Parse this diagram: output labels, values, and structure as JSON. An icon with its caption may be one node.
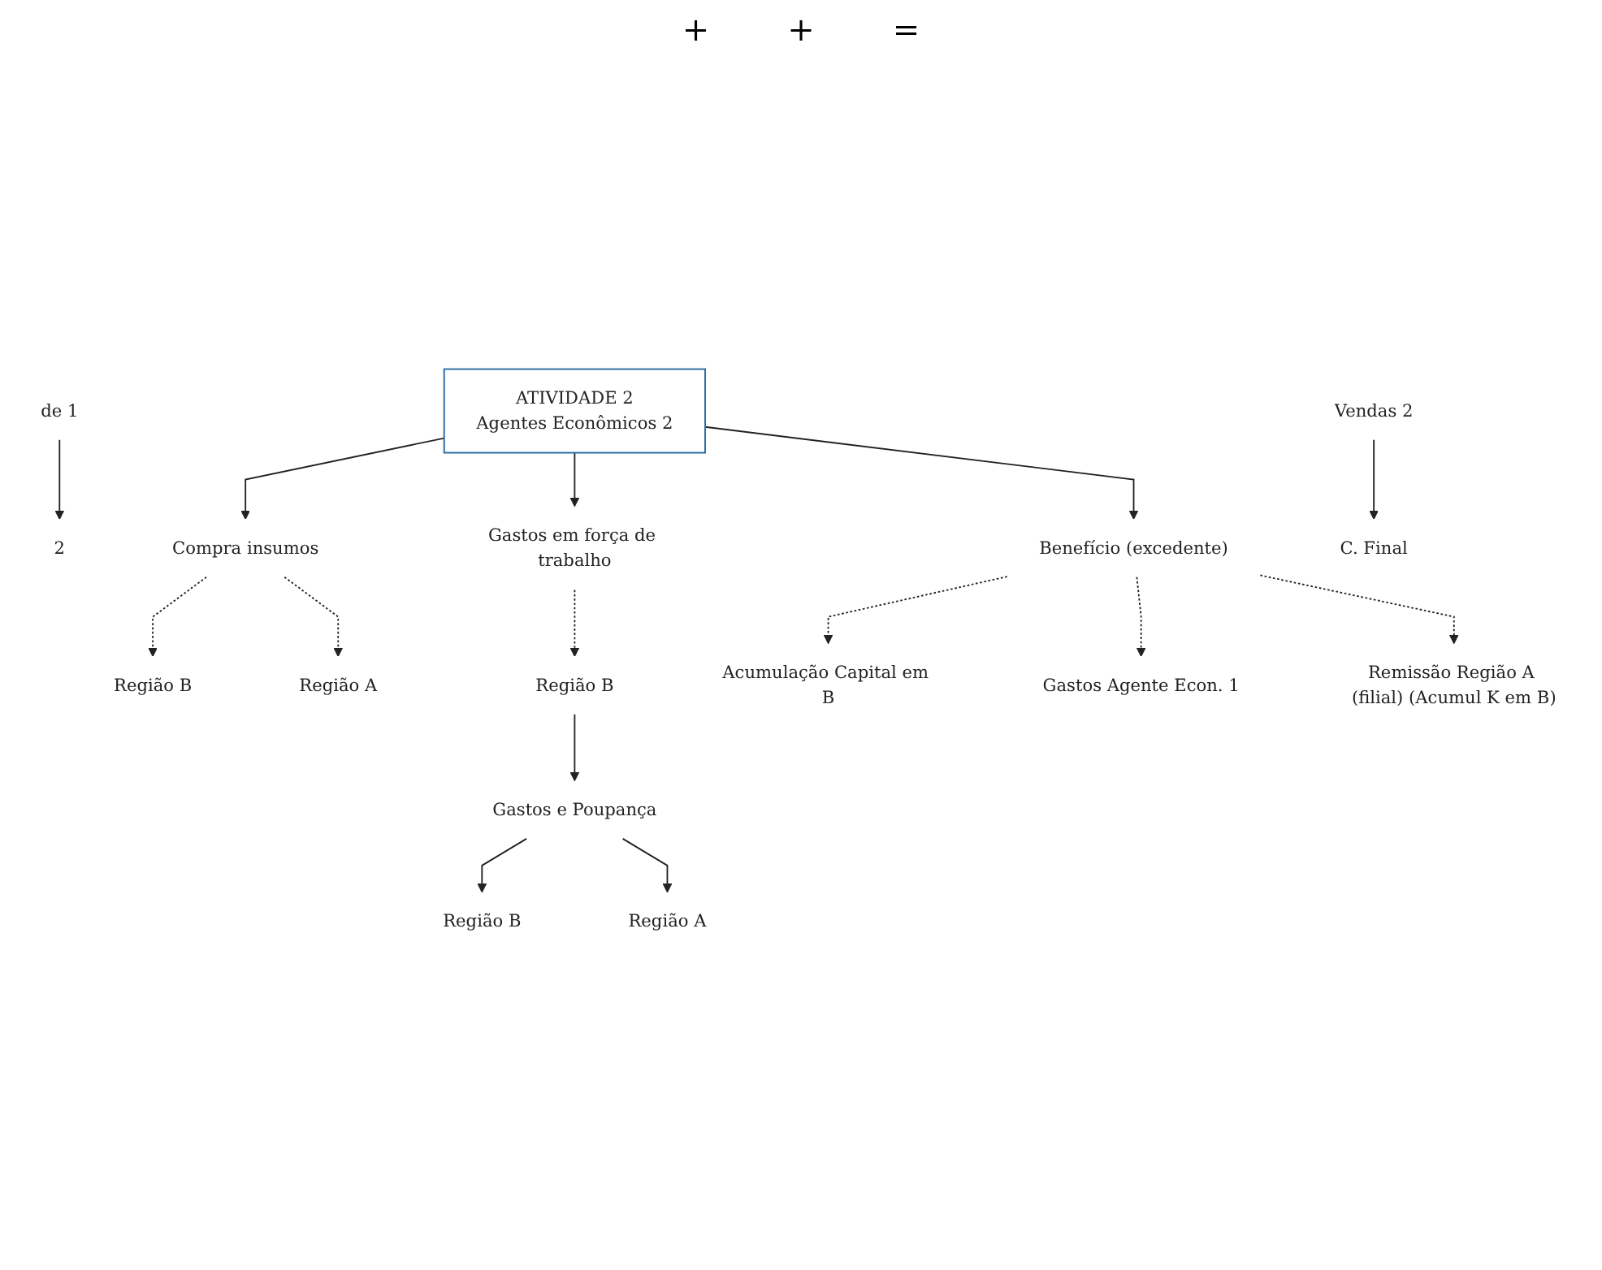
{
  "diagram": {
    "nodes": [
      {
        "text": [
          "ATIVIDADE 2",
          "Agentes Econômicos 2"
        ]
      },
      {
        "text": [
          "Compra insumos"
        ]
      },
      {
        "text": [
          "de 1"
        ]
      },
      {
        "text": [
          "2"
        ]
      },
      {
        "text": [
          "Gastos em força de trabalho"
        ]
      },
      {
        "text": [
          "Benefício (excedente)"
        ]
      },
      {
        "text": [
          "Vendas 2"
        ]
      },
      {
        "text": [
          "C. Final"
        ]
      },
      {
        "text": [
          "Acumulação Capital em B"
        ]
      },
      {
        "text": [
          "Região B"
        ]
      },
      {
        "text": [
          "Região A"
        ]
      },
      {
        "text": [
          "Região B"
        ]
      },
      {
        "text": [
          "Gastos Agente Econ. 1"
        ]
      },
      {
        "text": [
          "Remissão Região A (filial) (Acumul K em B)"
        ]
      },
      {
        "text": [
          "Gastos e Poupança"
        ]
      },
      {
        "text": [
          "Região B"
        ]
      },
      {
        "text": [
          "Região A"
        ]
      }
    ],
    "edges": [
      {
        "from": 0,
        "to": 1,
        "arrow": "to"
      },
      {
        "from": 0,
        "to": 4,
        "arrow": "to"
      },
      {
        "from": 0,
        "to": 5,
        "arrow": "to"
      },
      {
        "from": 2,
        "to": 3,
        "arrow": "to"
      },
      {
        "from": 1,
        "to": 9,
        "arrow": "to",
        "style": "dashed"
      },
      {
        "from": 1,
        "to": 10,
        "arrow": "to",
        "style": "dashed"
      },
      {
        "from": 4,
        "to": 11,
        "arrow": "to",
        "style": "dashed"
      },
      {
        "from": 5,
        "to": 8,
        "arrow": "to",
        "style": "dashed"
      },
      {
        "from": 5,
        "to": 12,
        "arrow": "to",
        "style": "dashed"
      },
      {
        "from": 5,
        "to": 13,
        "arrow": "to",
        "style": "dashed"
      },
      {
        "from": 6,
        "to": 7,
        "arrow": "to"
      },
      {
        "from": 11,
        "to": 14,
        "arrow": "to"
      },
      {
        "from": 14,
        "to": 15,
        "arrow": "to"
      },
      {
        "from": 14,
        "to": 16,
        "arrow": "to"
      }
    ],
    "labels": [
      "+",
      "+",
      "="
    ]
  }
}
